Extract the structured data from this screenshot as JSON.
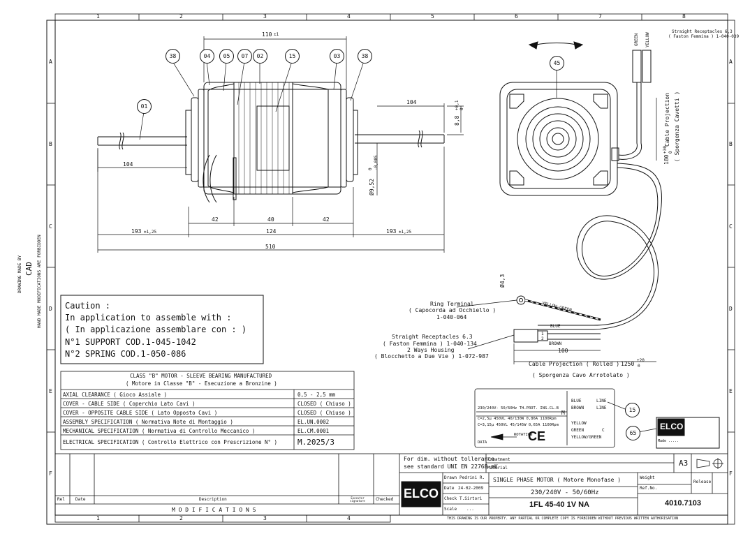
{
  "grid": {
    "cols": [
      "1",
      "2",
      "3",
      "4",
      "5",
      "6",
      "7",
      "8"
    ],
    "rows": [
      "A",
      "B",
      "C",
      "D",
      "E",
      "F"
    ]
  },
  "side_notes": {
    "line1": "DRAWING MADE BY",
    "line2": "CAD",
    "line3": "HAND MADE MODIFICATIONS ARE FORBIDDEN"
  },
  "balloons": [
    "38",
    "04",
    "05",
    "07",
    "02",
    "15",
    "03",
    "38",
    "01",
    "45",
    "15",
    "65"
  ],
  "dimensions": {
    "overall_top": "110",
    "overall_top_tol": "±1",
    "shaft_left": "104",
    "shaft_right": "104",
    "d42a": "42",
    "d40": "40",
    "d42b": "42",
    "d193a": "193",
    "d193a_tol": "±1,25",
    "d124": "124",
    "d193b": "193",
    "d193b_tol": "±1,25",
    "d510": "510",
    "flat": "8,8",
    "flat_tol_up": "+0,1",
    "flat_tol_dn": "0",
    "shaft_dia": "Ø9,52",
    "shaft_dia_tol_up": "0",
    "shaft_dia_tol_dn": "-0,005",
    "ring_dia": "Ø4,3",
    "len100": "100",
    "cable_len": "1250",
    "cable_len_tol_up": "+20",
    "cable_len_tol_dn": "0",
    "cable_proj": "180",
    "cable_proj_tol_up": "+30",
    "cable_proj_tol_dn": "0"
  },
  "annotations": {
    "straight_receptacles_top_1": "Straight Receptacles 6,3",
    "straight_receptacles_top_2": "( Faston Femmina )   1-040-039",
    "green": "GREEN",
    "yellow": "YELLOW",
    "cable_projection": "Cable Projection",
    "sporgenza_cavetti": "( Sporgenza Cavetti )",
    "ring_terminal_1": "Ring Terminal",
    "ring_terminal_2": "( Capocorda ad Occhiello )",
    "ring_terminal_3": "1-040-064",
    "yellow_green": "YELLOW-GREEN",
    "straight_rec_1": "Straight Receptacles 6.3",
    "straight_rec_2": "( Faston Femmina )   1-040-134",
    "straight_rec_3": "2 Ways Housing",
    "straight_rec_4": "( Blocchetto a Due Vie )  1-072-987",
    "blue": "BLUE",
    "brown": "BROWN",
    "pin1": "1",
    "pin2": "2",
    "cable_rolled": "Cable Projection ( Rolled )",
    "sporgenza_cavo": "( Sporgenza Cavo Arrotolato )"
  },
  "caution": {
    "line1": "Caution :",
    "line2": "In application to assemble with :",
    "line3": "( In applicazione assemblare con : )",
    "line4": "N°1 SUPPORT COD.1-045-1042",
    "line5": "N°2 SPRING COD.1-050-086"
  },
  "spec": {
    "header1": "CLASS \"B\" MOTOR - SLEEVE BEARING MANUFACTURED",
    "header2": "( Motore in Classe \"B\" - Esecuzione a Bronzine )",
    "rows": [
      {
        "label": "AXIAL CLEARANCE ( Gioco Assiale )",
        "value": "0,5 - 2,5 mm"
      },
      {
        "label": "COVER - CABLE SIDE ( Coperchio Lato Cavi )",
        "value": "CLOSED ( Chiuso )"
      },
      {
        "label": "COVER - OPPOSITE CABLE SIDE ( Lato Opposto Cavi )",
        "value": "CLOSED ( Chiuso )"
      },
      {
        "label": "ASSEMBLY SPECIFICATION ( Normativa Note di Montaggio )",
        "value": "EL.UN.0002"
      },
      {
        "label": "MECHANICAL SPECIFICATION ( Normativa di Controllo Meccanico )",
        "value": "EL.CM.0001"
      },
      {
        "label": "ELECTRICAL SPECIFICATION ( Controllo Elettrico con Prescrizione N° )",
        "value": "M.2025/3"
      }
    ]
  },
  "label_plate": {
    "l1": "230/240V- 50/60Hz TH.PROT. INS.CL.B",
    "l2": "C=2,5µ 450VL 40/130W  0,86A 1100Rpm",
    "l3": "C=3,15µ  450VL 45/145W 0,65A 1100Rpm",
    "rotation": "ROTATION",
    "data": "DATA",
    "blue": "BLUE",
    "line1": "LINE",
    "brown": "BROWN",
    "line2": "LINE",
    "yellow": "YELLOW",
    "green": "GREEN",
    "yg": "YELLOW/GREEN",
    "m": "M",
    "c": "C",
    "ce": "CE"
  },
  "logo_plate": {
    "made": "Made ....."
  },
  "title_block": {
    "tolerance1": "For dim. without tollerance",
    "tolerance2": "see standard UNI EN 22768-mK",
    "treatment": "Treatment",
    "material": "Material",
    "format": "A3",
    "drawn_label": "Drawn",
    "drawn_val": "Pedrini R.",
    "date_label": "Date",
    "date_val": "24-02-2009",
    "check_label": "Check",
    "check_val": "T.Sirtori",
    "scale_label": "Scale",
    "scale_val": "...",
    "title1": "SINGLE PHASE MOTOR ( Motore Monofase )",
    "title2": "230/240V - 50/60Hz",
    "model": "1FL 45-40 1V NA",
    "code": "4010.7103",
    "weight": "Weight",
    "ref": "Ref.No.",
    "release": "Release",
    "logo": "ELCO",
    "rel": "Rel",
    "date_col": "Date",
    "description": "Description",
    "executor": "Executor signature",
    "checked": "Checked",
    "modifications": "M O D I F I C A T I O N S",
    "property": "THIS DRAWING IS OUR PROPERTY. ANY PARTIAL OR COMPLETE COPY IS FORBIDDEN WITHOUT PREVIOUS WRITTEN AUTHORISATION"
  }
}
